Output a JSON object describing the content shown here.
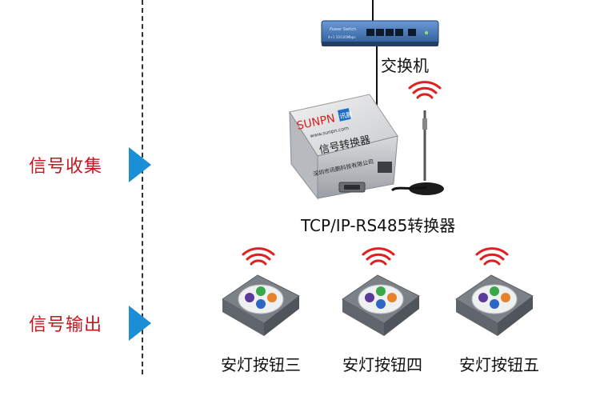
{
  "stages": {
    "collect": "信号收集",
    "output": "信号输出"
  },
  "devices": {
    "switch": {
      "label": "交换机",
      "brand_text": "Power Switch",
      "model_text": "4+1 10/100Mbps"
    },
    "converter": {
      "label": "TCP/IP-RS485转换器",
      "logo_text": "SUNPN",
      "logo_cn": "讯鹏",
      "website_text": "www.sunpn.com",
      "title_cn": "信号转换器",
      "company_text": "深圳市讯鹏科技有限公司"
    },
    "buttons": [
      {
        "label": "安灯按钮三"
      },
      {
        "label": "安灯按钮四"
      },
      {
        "label": "安灯按钮五"
      }
    ]
  },
  "colors": {
    "stage_text": "#c8161d",
    "arrow": "#1a8fd8",
    "wifi": "#e02020",
    "switch_body": "#3a6fb0",
    "button_case": "#6e747a",
    "key_purple": "#5b3a9a",
    "key_orange": "#e8822a",
    "key_green": "#3aa84a",
    "key_blue": "#2d67c6"
  },
  "icons": [
    "wifi-signal-icon",
    "ethernet-port-icon",
    "antenna-icon",
    "arrow-right-icon"
  ]
}
